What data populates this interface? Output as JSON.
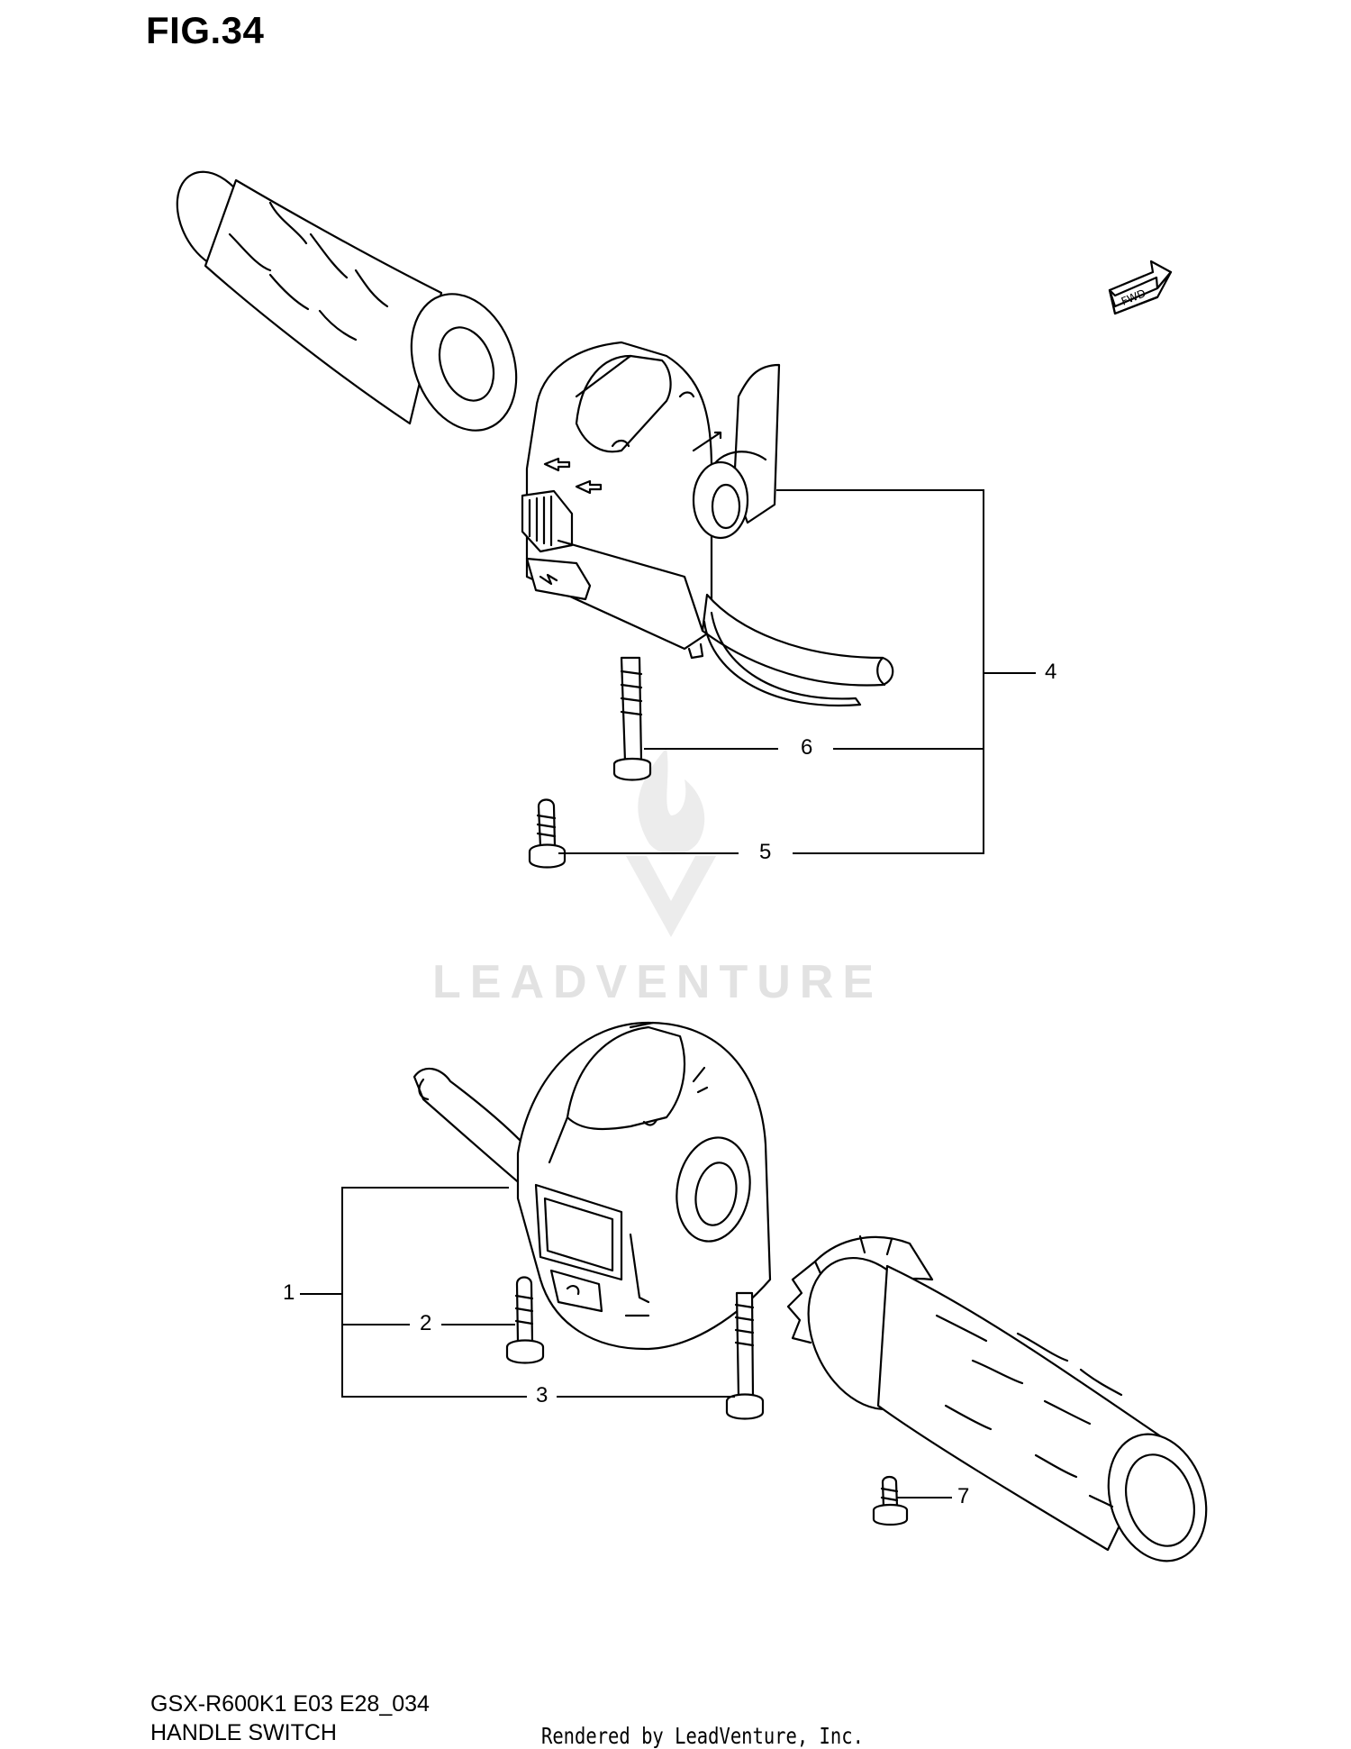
{
  "figure": {
    "title": "FIG.34",
    "model_code": "GSX-R600K1 E03 E28_034",
    "group_name": "HANDLE SWITCH",
    "render_credit": "Rendered by LeadVenture, Inc.",
    "watermark": "LEADVENTURE",
    "fwd_badge": "FWD"
  },
  "callouts": [
    {
      "ref": "1"
    },
    {
      "ref": "2"
    },
    {
      "ref": "3"
    },
    {
      "ref": "4"
    },
    {
      "ref": "5"
    },
    {
      "ref": "6"
    },
    {
      "ref": "7"
    }
  ],
  "colors": {
    "line": "#000000",
    "background": "#ffffff",
    "watermark": "#e2e2e2"
  }
}
